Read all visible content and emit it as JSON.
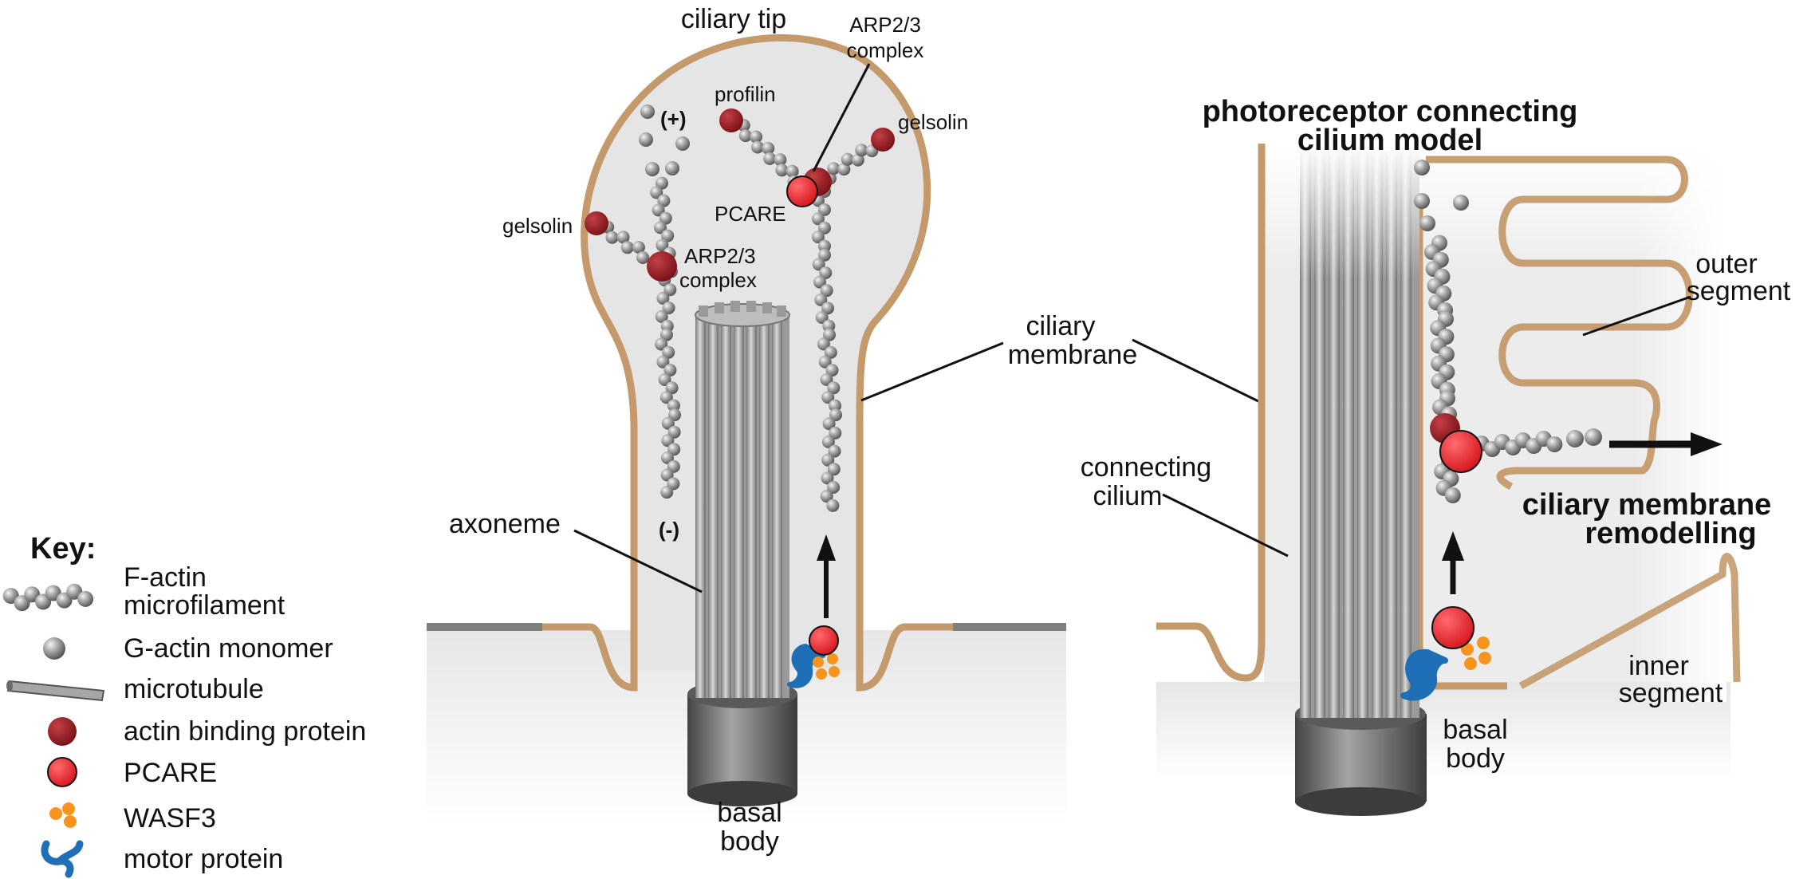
{
  "left_panel": {
    "labels": {
      "ciliary_tip": "ciliary tip",
      "arp_top_1": "ARP2/3",
      "arp_top_2": "complex",
      "profilin": "profilin",
      "gelsolin_right": "gelsolin",
      "plus_end": "(+)",
      "gelsolin_left": "gelsolin",
      "pcare": "PCARE",
      "arp_mid_1": "ARP2/3",
      "arp_mid_2": "complex",
      "minus_end": "(-)",
      "axoneme": "axoneme",
      "basal_body_1": "basal",
      "basal_body_2": "body"
    }
  },
  "shared": {
    "ciliary_membrane_1": "ciliary",
    "ciliary_membrane_2": "membrane"
  },
  "right_panel": {
    "title_1": "photoreceptor connecting",
    "title_2": "cilium model",
    "outer_segment_1": "outer",
    "outer_segment_2": "segment",
    "connecting_cilium_1": "connecting",
    "connecting_cilium_2": "cilium",
    "remodelling_1": "ciliary membrane",
    "remodelling_2": "remodelling",
    "inner_segment_1": "inner",
    "inner_segment_2": "segment",
    "basal_body_1": "basal",
    "basal_body_2": "body"
  },
  "key": {
    "title": "Key:",
    "items": [
      {
        "icon": "f-actin-icon",
        "label_1": "F-actin",
        "label_2": "microfilament"
      },
      {
        "icon": "g-actin-icon",
        "label_1": "G-actin monomer"
      },
      {
        "icon": "microtubule-icon",
        "label_1": "microtubule"
      },
      {
        "icon": "actin-binding-protein-icon",
        "label_1": "actin binding protein"
      },
      {
        "icon": "pcare-icon",
        "label_1": "PCARE"
      },
      {
        "icon": "wasf3-icon",
        "label_1": "WASF3"
      },
      {
        "icon": "motor-protein-icon",
        "label_1": "motor protein"
      }
    ]
  },
  "colors": {
    "membrane": "#c49a6c",
    "actin_binding_protein": "#8b1a1f",
    "pcare": "#e4242b",
    "wasf3": "#f7941d",
    "motor_protein": "#1f6fb6",
    "actin": "#9a9a9a",
    "microtubule": "#8e8e8e"
  }
}
